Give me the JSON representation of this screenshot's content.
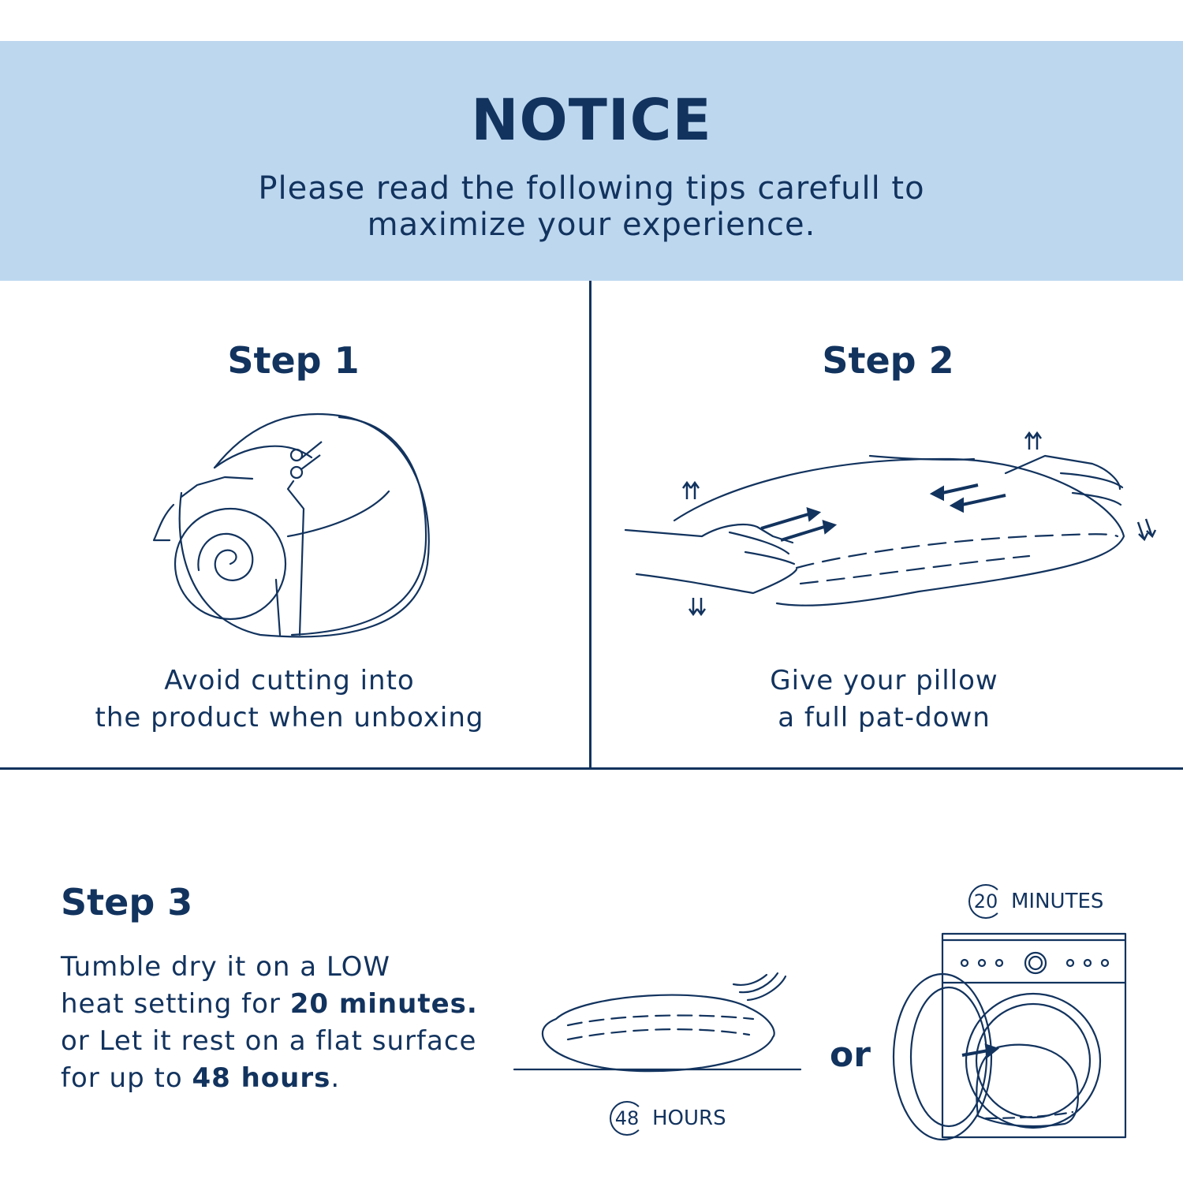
{
  "header": {
    "title": "NOTICE",
    "subtitle_line1": "Please read the following tips carefull to",
    "subtitle_line2": "maximize your experience."
  },
  "step1": {
    "title": "Step 1",
    "caption_line1": "Avoid cutting into",
    "caption_line2": "the product when unboxing"
  },
  "step2": {
    "title": "Step 2",
    "caption_line1": "Give your pillow",
    "caption_line2": "a full pat-down"
  },
  "step3": {
    "title": "Step 3",
    "line1": "Tumble dry it on a LOW",
    "line2_pre": "heat setting for ",
    "line2_bold": "20 minutes.",
    "line3": "or Let it rest on a flat surface",
    "line4_pre": "for up to ",
    "line4_bold": "48 hours",
    "line4_post": ".",
    "or_label": "or",
    "rest_timer_value": "48",
    "rest_timer_unit": "HOURS",
    "dry_timer_value": "20",
    "dry_timer_unit": "MINUTES"
  },
  "colors": {
    "navy": "#12335e",
    "banner": "#bdd7ef"
  }
}
